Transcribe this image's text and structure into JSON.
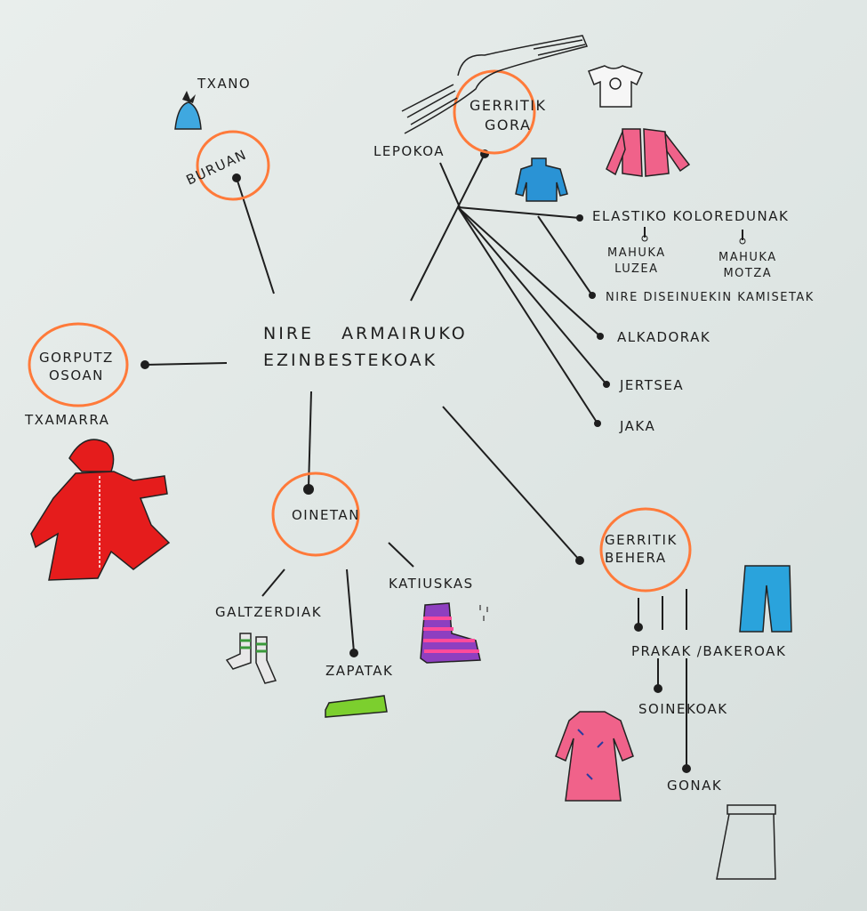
{
  "title": {
    "line1": "NIRE ARMAIRUKO",
    "line2": "EZINBESTEKOAK"
  },
  "branches": {
    "head": {
      "label": "BURUAN",
      "items": [
        "TXANO"
      ]
    },
    "upper": {
      "label1": "GERRITIK",
      "label2": "GORA",
      "items": [
        "LEPOKOA",
        "ELASTIKO KOLOREDUNAK",
        "NIRE DISEINUEKIN KAMISETAK",
        "ALKADORAK",
        "JERTSEA",
        "JAKA"
      ],
      "sleeves": [
        {
          "l1": "MAHUKA",
          "l2": "LUZEA"
        },
        {
          "l1": "MAHUKA",
          "l2": "MOTZA"
        }
      ]
    },
    "body": {
      "label1": "GORPUTZ",
      "label2": "OSOAN",
      "items": [
        "TXAMARRA"
      ]
    },
    "feet": {
      "label": "OINETAN",
      "items": [
        "GALTZERDIAK",
        "ZAPATAK",
        "KATIUSKAS"
      ]
    },
    "lower": {
      "label1": "GERRITIK",
      "label2": "BEHERA",
      "items": [
        "PRAKAK",
        "/BAKEROAK",
        "SOINEKOAK",
        "GONAK"
      ]
    }
  },
  "colors": {
    "circle": "#ff7a3a",
    "ink": "#1e1e1e",
    "coat": "#e51c1c",
    "jeans": "#2aa3dc",
    "shoe": "#7ccf2e",
    "pink": "#f0628a"
  }
}
